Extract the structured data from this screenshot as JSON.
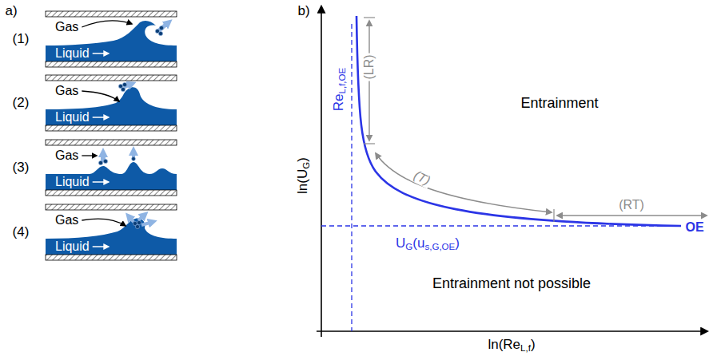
{
  "diagram": {
    "nodes": [
      {
        "text": [
          "Gas",
          "Liquid"
        ]
      },
      {
        "text": [
          "Gas",
          "Liquid"
        ]
      },
      {
        "text": [
          "Gas",
          "Liquid"
        ]
      },
      {
        "text": [
          "Gas",
          "Liquid"
        ]
      }
    ],
    "labels": [
      "a)",
      "(1)",
      "(2)",
      "(3)",
      "(4)",
      "b)",
      "ln(UG)",
      "ln(ReL,f)",
      "ReL,f,OE",
      "UG(us,G,OE)",
      "(LR)",
      "(T)",
      "(RT)",
      "OE",
      "Entrainment",
      "Entrainment not possible"
    ]
  }
}
